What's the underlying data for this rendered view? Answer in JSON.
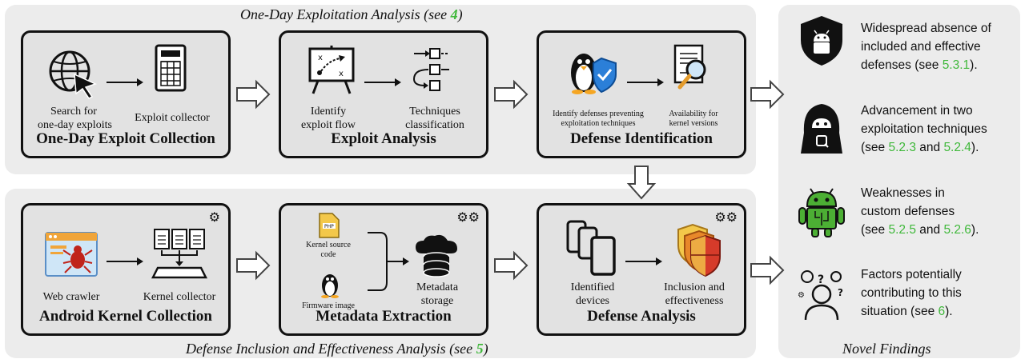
{
  "top_region": {
    "title_prefix": "One-Day Exploitation Analysis (see ",
    "title_ref": "4",
    "title_suffix": ")"
  },
  "bottom_region": {
    "title_prefix": "Defense Inclusion and Effectiveness Analysis (see ",
    "title_ref": "5",
    "title_suffix": ")"
  },
  "boxes": {
    "one_day": {
      "title": "One-Day Exploit Collection",
      "left_label_1": "Search for",
      "left_label_2": "one-day exploits",
      "right_label": "Exploit collector"
    },
    "exploit_analysis": {
      "title": "Exploit Analysis",
      "left_label_1": "Identify",
      "left_label_2": "exploit flow",
      "right_label_1": "Techniques",
      "right_label_2": "classification"
    },
    "defense_identification": {
      "title": "Defense Identification",
      "left_label_1": "Identify defenses preventing",
      "left_label_2": "exploitation techniques",
      "right_label_1": "Availability for",
      "right_label_2": "kernel versions"
    },
    "android_kernel": {
      "title": "Android Kernel Collection",
      "left_label": "Web crawler",
      "right_label": "Kernel collector"
    },
    "metadata": {
      "title": "Metadata Extraction",
      "top_label_1": "Kernel source",
      "top_label_2": "code",
      "bottom_label": "Firmware image",
      "right_label_1": "Metadata",
      "right_label_2": "storage"
    },
    "defense_analysis": {
      "title": "Defense Analysis",
      "left_label_1": "Identified",
      "left_label_2": "devices",
      "right_label_1": "Inclusion and",
      "right_label_2": "effectiveness"
    }
  },
  "findings": {
    "title": "Novel Findings",
    "items": [
      {
        "line1": "Widespread absence of",
        "line2": "included and effective",
        "line3_prefix": "defenses (see ",
        "ref1": "5.3.1",
        "line3_suffix": ").",
        "icon": "android-shield-icon"
      },
      {
        "line1": "Advancement in two",
        "line2": "exploitation techniques",
        "line3_prefix": "(see ",
        "ref1": "5.2.3",
        "mid": " and ",
        "ref2": "5.2.4",
        "line3_suffix": ").",
        "icon": "hooded-android-icon"
      },
      {
        "line1": "Weaknesses in",
        "line2": "custom defenses",
        "line3_prefix": "(see ",
        "ref1": "5.2.5",
        "mid": " and ",
        "ref2": "5.2.6",
        "line3_suffix": ").",
        "icon": "android-circuit-icon"
      },
      {
        "line1": "Factors potentially",
        "line2": "contributing to this",
        "line3_prefix": "situation (see ",
        "ref1": "6",
        "line3_suffix": ").",
        "icon": "thinking-person-icon"
      }
    ]
  }
}
